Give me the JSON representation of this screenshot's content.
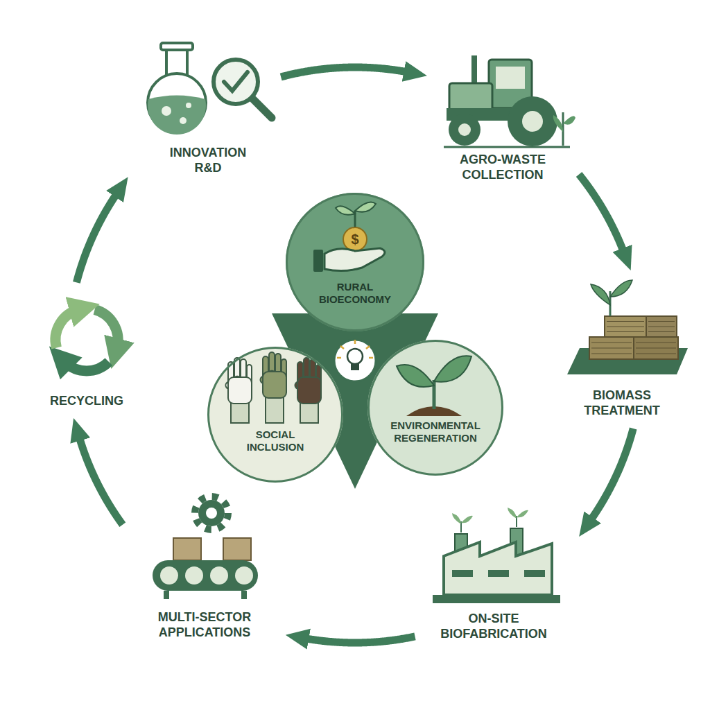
{
  "diagram": {
    "nodes": [
      {
        "text": [
          "INNOVATION R&D"
        ]
      },
      {
        "text": [
          "AGRO-WASTE COLLECTION"
        ]
      },
      {
        "text": [
          "BIOMASS TREATMENT"
        ]
      },
      {
        "text": [
          "ON-SITE BIOFABRICATION"
        ]
      },
      {
        "text": [
          "MULTI-SECTOR APPLICATIONS"
        ]
      },
      {
        "text": [
          "RECYCLING"
        ]
      },
      {
        "text": [
          "RURAL BIOECONOMY"
        ]
      },
      {
        "text": [
          "SOCIAL INCLUSION"
        ]
      },
      {
        "text": [
          "ENVIRONMENTAL REGENERATION"
        ]
      }
    ],
    "edges": [
      {
        "from": 0,
        "to": 1,
        "arrow": "to"
      },
      {
        "from": 1,
        "to": 2,
        "arrow": "to"
      },
      {
        "from": 2,
        "to": 3,
        "arrow": "to"
      },
      {
        "from": 3,
        "to": 4,
        "arrow": "to"
      },
      {
        "from": 4,
        "to": 5,
        "arrow": "to"
      },
      {
        "from": 5,
        "to": 0,
        "arrow": "to"
      }
    ],
    "labels": [
      "$"
    ]
  }
}
